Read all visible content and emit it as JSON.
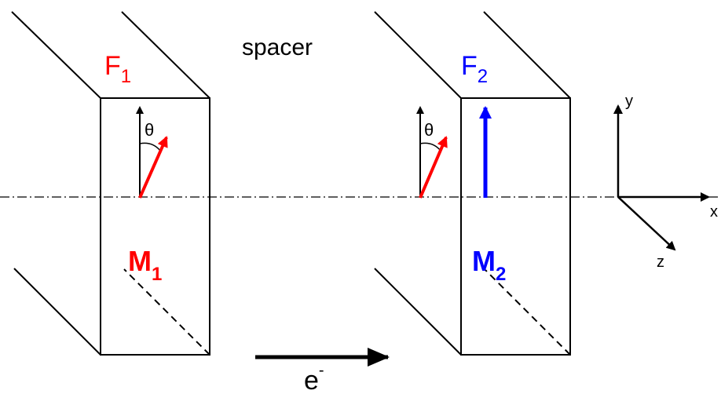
{
  "colors": {
    "line": "#000000",
    "layer1": "#ff0000",
    "layer2": "#0000ff"
  },
  "labels": {
    "layer1": {
      "main": "F",
      "sub": "1"
    },
    "layer2": {
      "main": "F",
      "sub": "2"
    },
    "spacer": "spacer",
    "magnet1": {
      "main": "M",
      "sub": "1"
    },
    "magnet2": {
      "main": "M",
      "sub": "2"
    },
    "angle": "θ",
    "electron": {
      "main": "e",
      "sup": "-"
    },
    "axes": {
      "x": "x",
      "y": "y",
      "z": "z"
    }
  }
}
